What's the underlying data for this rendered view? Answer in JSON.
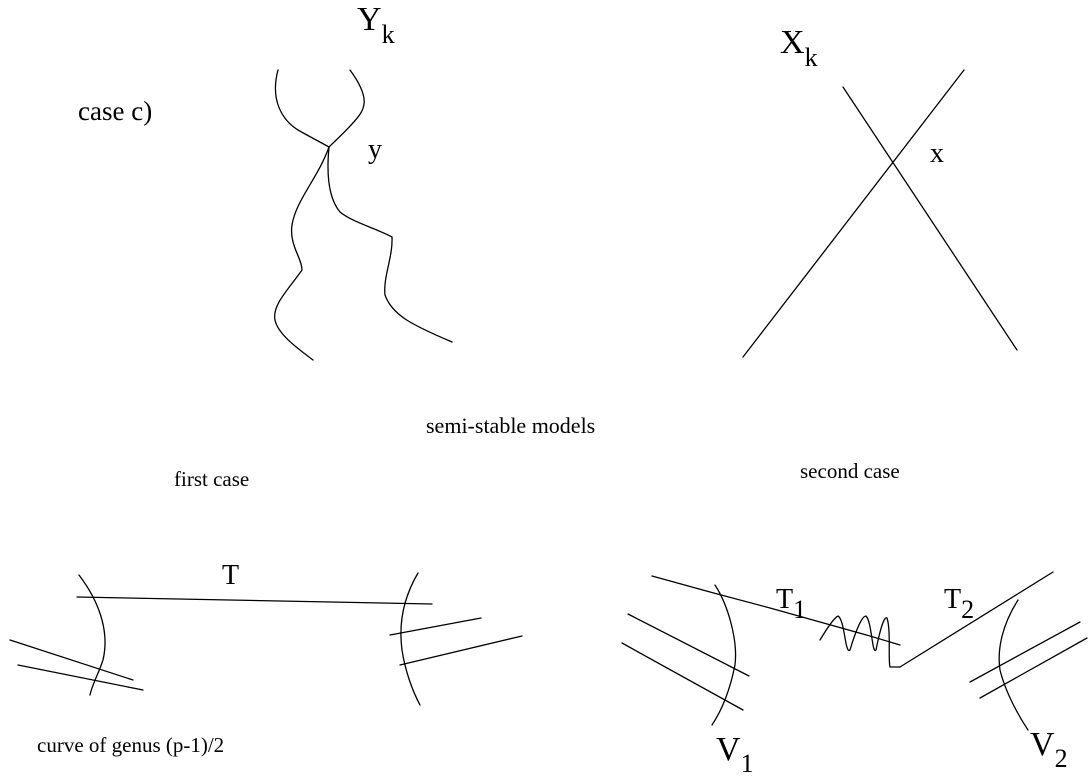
{
  "case_label": "case c)",
  "top_left": {
    "title_main": "Y",
    "title_sub": "k",
    "point_label": "y"
  },
  "top_right": {
    "title_main": "X",
    "title_sub": "k",
    "point_label": "x"
  },
  "caption_center": "semi-stable models",
  "caption_first": "first case",
  "caption_second": "second case",
  "bottom_left": {
    "line_label": "T",
    "caption": "curve of genus (p-1)/2"
  },
  "bottom_right": {
    "t1_main": "T",
    "t1_sub": "1",
    "t2_main": "T",
    "t2_sub": "2",
    "v1_main": "V",
    "v1_sub": "1",
    "v2_main": "V",
    "v2_sub": "2"
  }
}
